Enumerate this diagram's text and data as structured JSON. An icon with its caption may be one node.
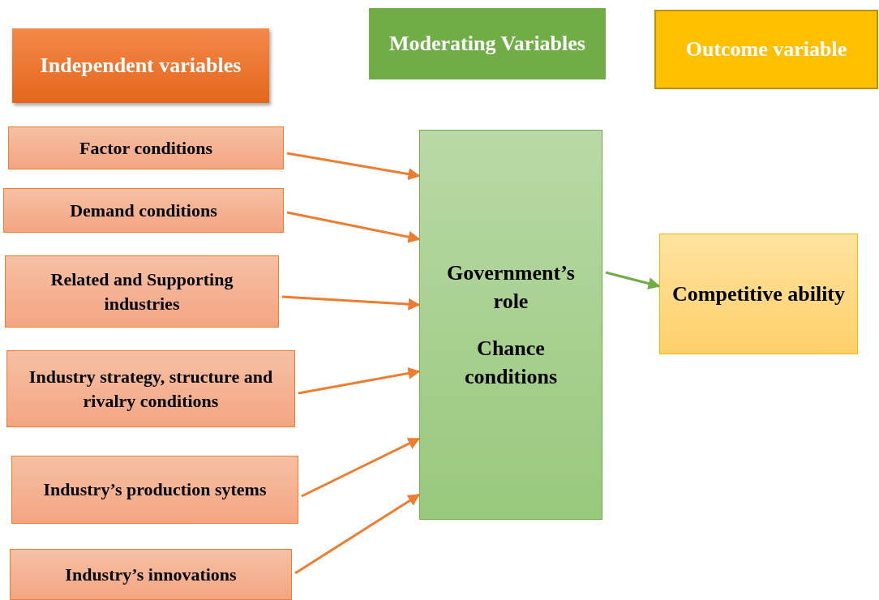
{
  "diagram": {
    "nodes": [
      {
        "text": [
          "Independent variables"
        ]
      },
      {
        "text": [
          "Moderating Variables"
        ]
      },
      {
        "text": [
          "Outcome variable"
        ]
      },
      {
        "text": [
          "Factor conditions"
        ]
      },
      {
        "text": [
          "Demand conditions"
        ]
      },
      {
        "text": [
          "Related and Supporting industries"
        ]
      },
      {
        "text": [
          "Industry strategy, structure and rivalry conditions"
        ]
      },
      {
        "text": [
          "Industry’s production sytems"
        ]
      },
      {
        "text": [
          "Industry’s innovations"
        ]
      },
      {
        "text": [
          "Government’s role",
          "Chance conditions"
        ]
      },
      {
        "text": [
          "Competitive ability"
        ]
      }
    ],
    "edges": [
      {
        "from": 3,
        "to": 9,
        "arrow": "to"
      },
      {
        "from": 4,
        "to": 9,
        "arrow": "to"
      },
      {
        "from": 5,
        "to": 9,
        "arrow": "to"
      },
      {
        "from": 6,
        "to": 9,
        "arrow": "to"
      },
      {
        "from": 7,
        "to": 9,
        "arrow": "to"
      },
      {
        "from": 8,
        "to": 9,
        "arrow": "to"
      },
      {
        "from": 9,
        "to": 10,
        "arrow": "to",
        "color": "#70ad47"
      }
    ]
  }
}
